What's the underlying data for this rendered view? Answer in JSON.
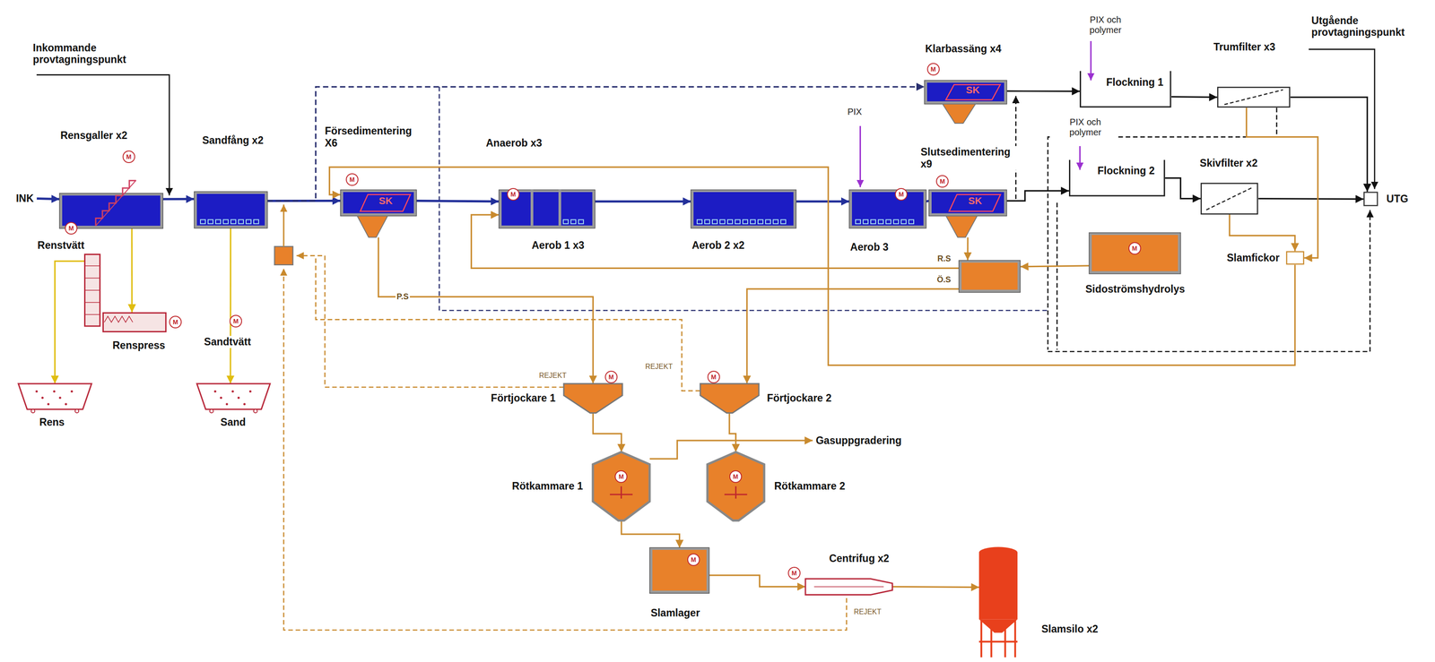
{
  "diagram": {
    "nodes": [
      {
        "text": [
          "INK"
        ]
      },
      {
        "text": [
          "Rensgaller x2"
        ]
      },
      {
        "text": [
          "Sandfång x2"
        ]
      },
      {
        "text": [
          "Försedimentering X6",
          "SK"
        ]
      },
      {
        "text": [
          "Anaerob x3",
          "Aerob 1 x3"
        ]
      },
      {
        "text": [
          "Aerob 2 x2"
        ]
      },
      {
        "text": [
          "Aerob 3"
        ]
      },
      {
        "text": [
          "Slutsedimentering x9",
          "SK"
        ]
      },
      {
        "text": [
          "Klarbassäng x4",
          "SK"
        ]
      },
      {
        "text": [
          "Flockning 1"
        ]
      },
      {
        "text": [
          "Trumfilter x3"
        ]
      },
      {
        "text": [
          "Flockning 2"
        ]
      },
      {
        "text": [
          "Skivfilter x2"
        ]
      },
      {
        "text": [
          "UTG"
        ]
      },
      {
        "text": [
          "Renstvätt"
        ]
      },
      {
        "text": [
          "Renspress"
        ]
      },
      {
        "text": [
          "Rens"
        ]
      },
      {
        "text": [
          "Sand"
        ]
      },
      {
        "text": [
          "Sidoströmshydrolys"
        ]
      },
      {
        "text": [
          "R.S",
          "Ö.S"
        ]
      },
      {
        "text": [
          "Slamfickor"
        ]
      },
      {
        "text": [
          "Förtjockare 1"
        ]
      },
      {
        "text": [
          "Förtjockare 2"
        ]
      },
      {
        "text": [
          "Rötkammare 1"
        ]
      },
      {
        "text": [
          "Rötkammare 2"
        ]
      },
      {
        "text": [
          "Gasuppgradering"
        ]
      },
      {
        "text": [
          "Slamlager"
        ]
      },
      {
        "text": [
          "Centrifug x2"
        ]
      },
      {
        "text": [
          "Slamsilo x2"
        ]
      }
    ],
    "edges": [
      {
        "from": 0,
        "to": 1,
        "arrow": "to"
      },
      {
        "from": 1,
        "to": 2,
        "arrow": "to"
      },
      {
        "from": 2,
        "to": 3,
        "arrow": "to"
      },
      {
        "from": 3,
        "to": 4,
        "arrow": "to"
      },
      {
        "from": 4,
        "to": 5,
        "arrow": "to"
      },
      {
        "from": 5,
        "to": 6,
        "arrow": "to"
      },
      {
        "from": 6,
        "to": 7,
        "arrow": "none"
      },
      {
        "from": 7,
        "to": 11,
        "arrow": "to"
      },
      {
        "from": 8,
        "to": 9,
        "arrow": "to"
      },
      {
        "from": 9,
        "to": 10,
        "arrow": "to"
      },
      {
        "from": 10,
        "to": 13,
        "arrow": "to"
      },
      {
        "from": 12,
        "to": 13,
        "arrow": "to"
      },
      {
        "from": 11,
        "to": 12,
        "arrow": "to"
      },
      {
        "from": 3,
        "to": 21,
        "label": "P.S",
        "arrow": "to"
      },
      {
        "from": 19,
        "to": 4,
        "arrow": "to"
      },
      {
        "from": 19,
        "to": 22,
        "arrow": "to"
      },
      {
        "from": 7,
        "to": 19,
        "arrow": "to"
      },
      {
        "from": 18,
        "to": 19,
        "arrow": "to"
      },
      {
        "from": 21,
        "to": 23,
        "arrow": "to"
      },
      {
        "from": 22,
        "to": 24,
        "arrow": "to"
      },
      {
        "from": 23,
        "to": 25,
        "arrow": "to"
      },
      {
        "from": 23,
        "to": 26,
        "arrow": "to"
      },
      {
        "from": 26,
        "to": 27,
        "arrow": "to"
      },
      {
        "from": 27,
        "to": 28,
        "arrow": "to"
      },
      {
        "from": 1,
        "to": 15,
        "arrow": "to"
      },
      {
        "from": 14,
        "to": 16,
        "arrow": "to"
      },
      {
        "from": 2,
        "to": 17,
        "arrow": "to"
      },
      {
        "from": 12,
        "to": 20,
        "arrow": "to"
      },
      {
        "from": 10,
        "to": 20,
        "arrow": "to"
      },
      {
        "from": 20,
        "to": 3,
        "arrow": "to"
      },
      {
        "from": 2,
        "to": 8,
        "arrow": "to"
      }
    ],
    "labels": [
      "Inkommande provtagningspunkt",
      "Utgående provtagningspunkt",
      "PIX och polymer",
      "PIX och polymer",
      "PIX",
      "Sandtvätt",
      "REJEKT",
      "REJEKT",
      "REJEKT",
      "M",
      "M",
      "M",
      "M",
      "M",
      "M",
      "M",
      "M",
      "M",
      "M",
      "M",
      "M",
      "M",
      "M",
      "M",
      "M"
    ]
  }
}
